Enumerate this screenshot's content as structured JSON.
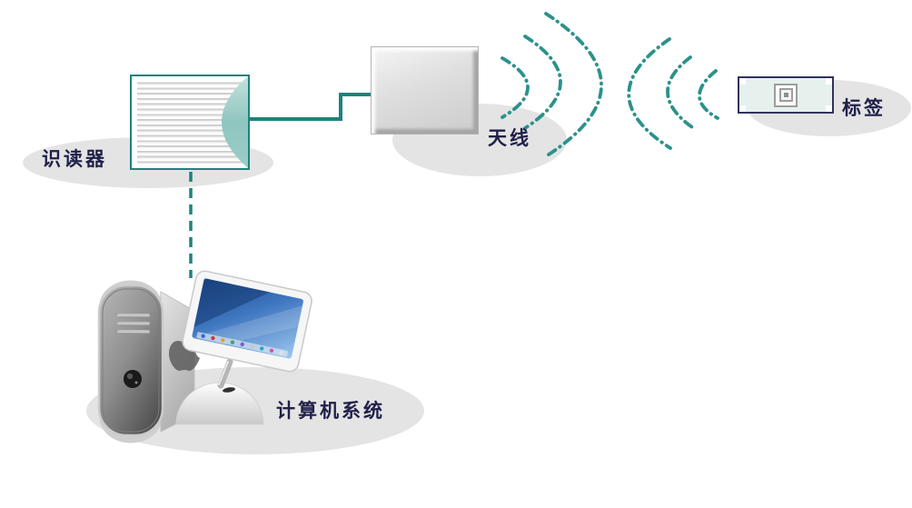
{
  "labels": {
    "reader": "识读器",
    "antenna": "天线",
    "tag": "标签",
    "computer": "计算机系统"
  },
  "icons": {
    "reader": "striped-reader-box",
    "antenna": "beveled-antenna-box",
    "tag": "rfid-tag-chip",
    "computer": "desktop-computer",
    "waves": "radio-wave-arcs"
  },
  "colors": {
    "teal": "#1f827c",
    "wave": "#2b918b",
    "navy": "#20204a",
    "shadow": "#e4e4e4",
    "tagfill": "#e6f1ee",
    "tagborder": "#32325c",
    "crestop": "#c4e1db",
    "cresmid": "#8fc6bf",
    "cresbot": "#9bcdc6"
  }
}
